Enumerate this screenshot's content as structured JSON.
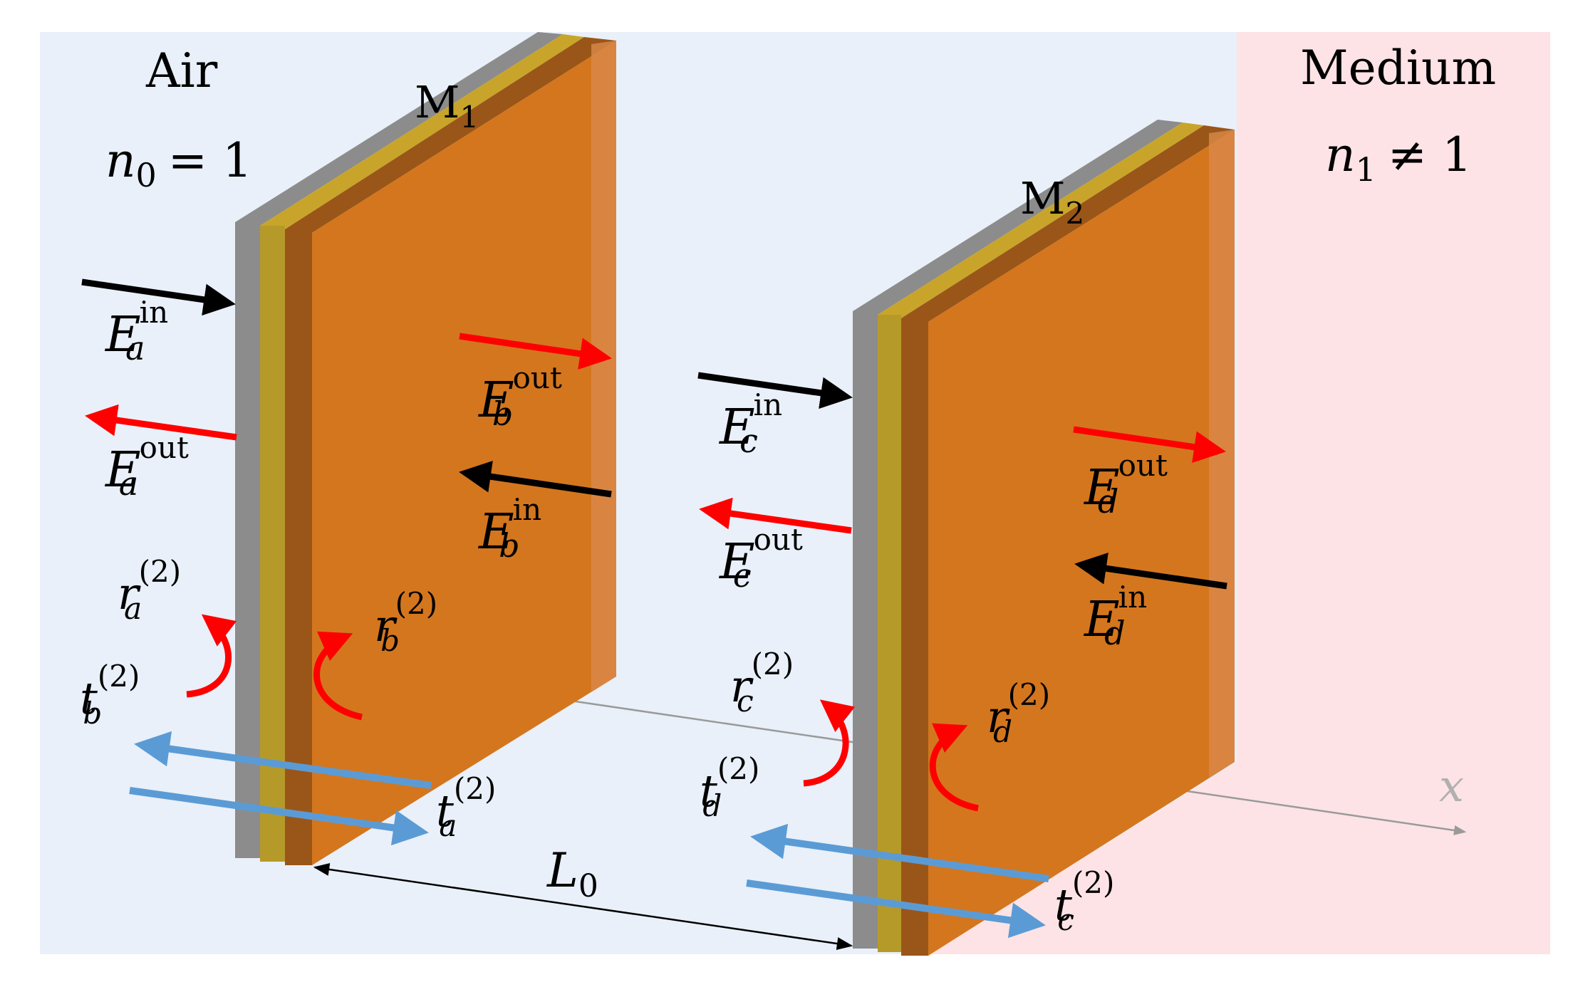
{
  "colors": {
    "air_bg": "#e9f0f9",
    "medium_bg": "#fde3e5",
    "mirror_gray": "#8c8c8c",
    "mirror_gold": "#b59a2a",
    "mirror_brown": "#9a5618",
    "mirror_orange": "#d4761e",
    "arrow_black": "#000000",
    "arrow_red": "#ff0000",
    "arrow_blue": "#5b9bd5",
    "axis_gray": "#9a9a9a"
  },
  "regions": {
    "air": {
      "title": "Air",
      "index_sym": "n",
      "index_sub": "0",
      "index_rel": "= 1"
    },
    "medium": {
      "title": "Medium",
      "index_sym": "n",
      "index_sub": "1",
      "index_rel": "≠ 1"
    }
  },
  "mirrors": [
    {
      "name": "M",
      "sub": "1"
    },
    {
      "name": "M",
      "sub": "2"
    }
  ],
  "fields": {
    "a_in": {
      "sym": "E",
      "sub": "a",
      "sup": "in"
    },
    "a_out": {
      "sym": "E",
      "sub": "a",
      "sup": "out"
    },
    "b_out": {
      "sym": "E",
      "sub": "b",
      "sup": "out"
    },
    "b_in": {
      "sym": "E",
      "sub": "b",
      "sup": "in"
    },
    "c_in": {
      "sym": "E",
      "sub": "c",
      "sup": "in"
    },
    "c_out": {
      "sym": "E",
      "sub": "c",
      "sup": "out"
    },
    "d_out": {
      "sym": "E",
      "sub": "d",
      "sup": "out"
    },
    "d_in": {
      "sym": "E",
      "sub": "d",
      "sup": "in"
    }
  },
  "coefficients": {
    "r_a": {
      "sym": "r",
      "sub": "a",
      "sup": "(2)"
    },
    "r_b": {
      "sym": "r",
      "sub": "b",
      "sup": "(2)"
    },
    "r_c": {
      "sym": "r",
      "sub": "c",
      "sup": "(2)"
    },
    "r_d": {
      "sym": "r",
      "sub": "d",
      "sup": "(2)"
    },
    "t_a": {
      "sym": "t",
      "sub": "a",
      "sup": "(2)"
    },
    "t_b": {
      "sym": "t",
      "sub": "b",
      "sup": "(2)"
    },
    "t_c": {
      "sym": "t",
      "sub": "c",
      "sup": "(2)"
    },
    "t_d": {
      "sym": "t",
      "sub": "d",
      "sup": "(2)"
    }
  },
  "spacing": {
    "sym": "L",
    "sub": "0"
  },
  "axis": {
    "label": "x"
  }
}
